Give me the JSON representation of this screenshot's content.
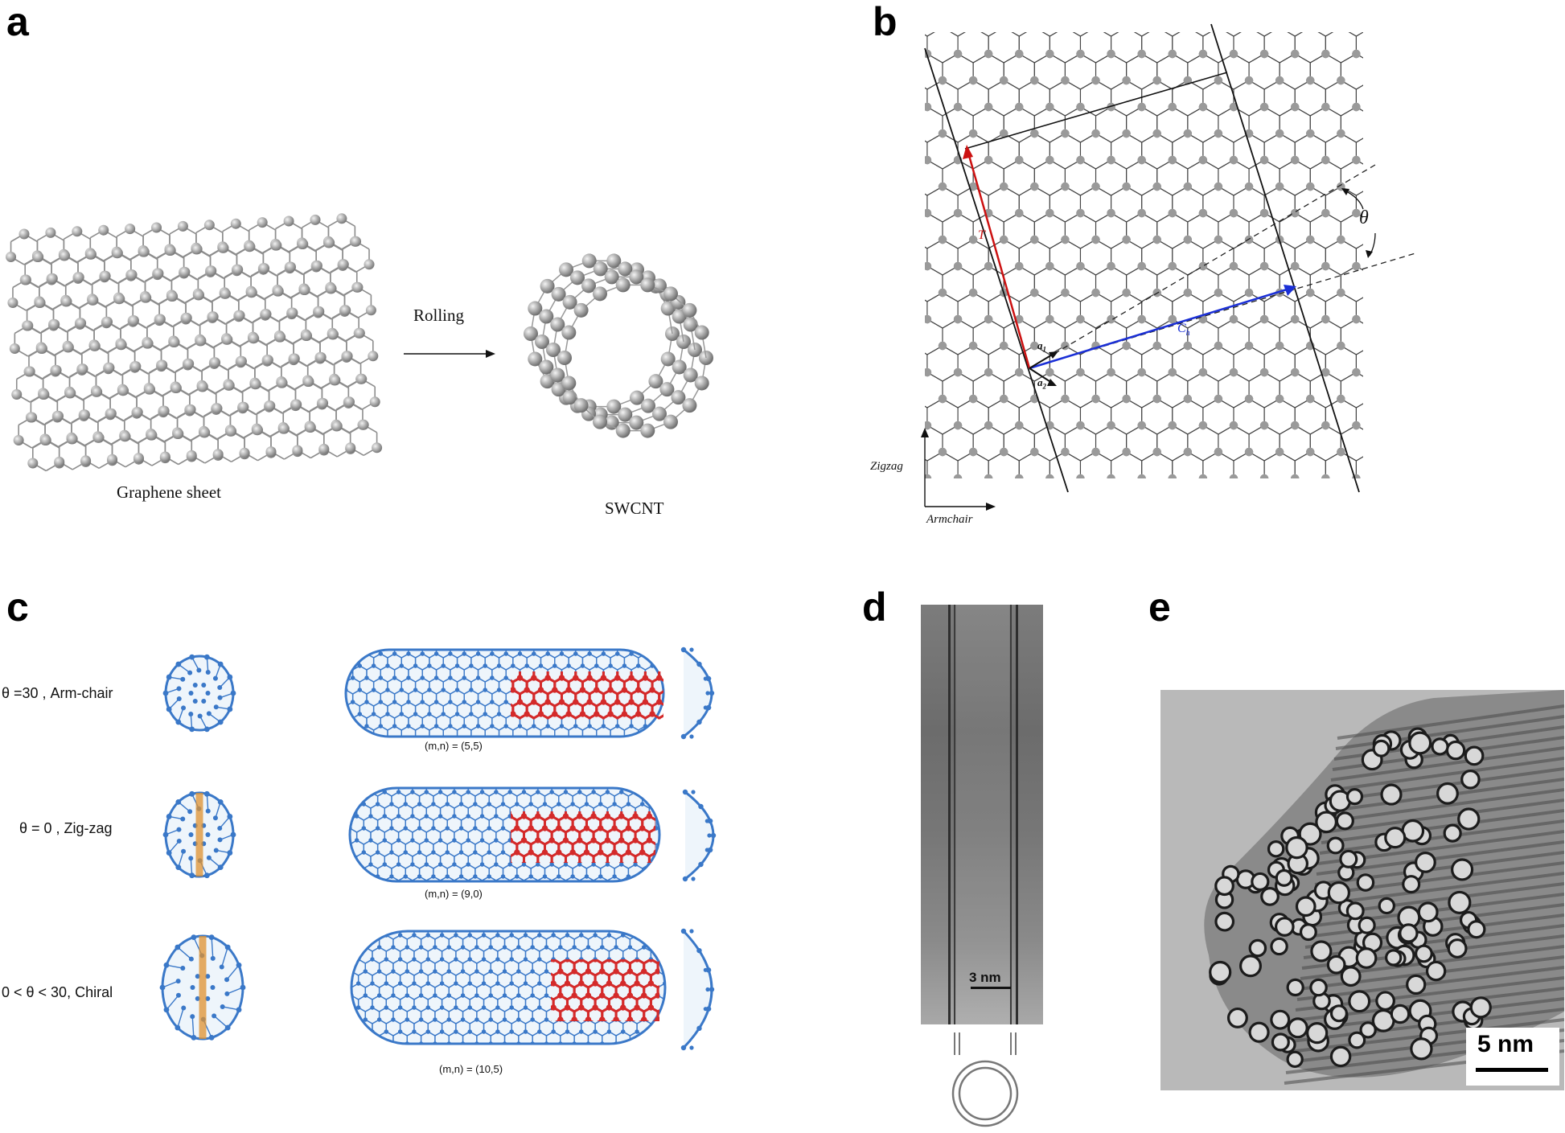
{
  "panels": {
    "a": {
      "letter": "a",
      "graphene_label": "Graphene sheet",
      "arrow_label": "Rolling",
      "swcnt_label": "SWCNT"
    },
    "b": {
      "letter": "b",
      "theta": "θ",
      "T": "T",
      "Ch": "C",
      "Ch_sub": "h",
      "a1": "a",
      "a1_sub": "1",
      "a2": "a",
      "a2_sub": "2",
      "zigzag": "Zigzag",
      "armchair": "Armchair",
      "colors": {
        "T_vector": "#cc1111",
        "Ch_vector": "#1a2fd6",
        "atom": "#9a9a9a"
      }
    },
    "c": {
      "letter": "c",
      "rows": [
        {
          "label": "θ =30 , Arm-chair",
          "index": "(m,n) = (5,5)"
        },
        {
          "label": "θ = 0 , Zig-zag",
          "index": "(m,n) = (9,0)"
        },
        {
          "label": "0 < θ  < 30, Chiral",
          "index": "(m,n) = (10,5)"
        }
      ],
      "colors": {
        "tube": "#3a78c8",
        "highlight": "#d42a2a",
        "cap_band": "#e0922f"
      }
    },
    "d": {
      "letter": "d",
      "scale": "3 nm"
    },
    "e": {
      "letter": "e",
      "scale": "5 nm"
    }
  }
}
